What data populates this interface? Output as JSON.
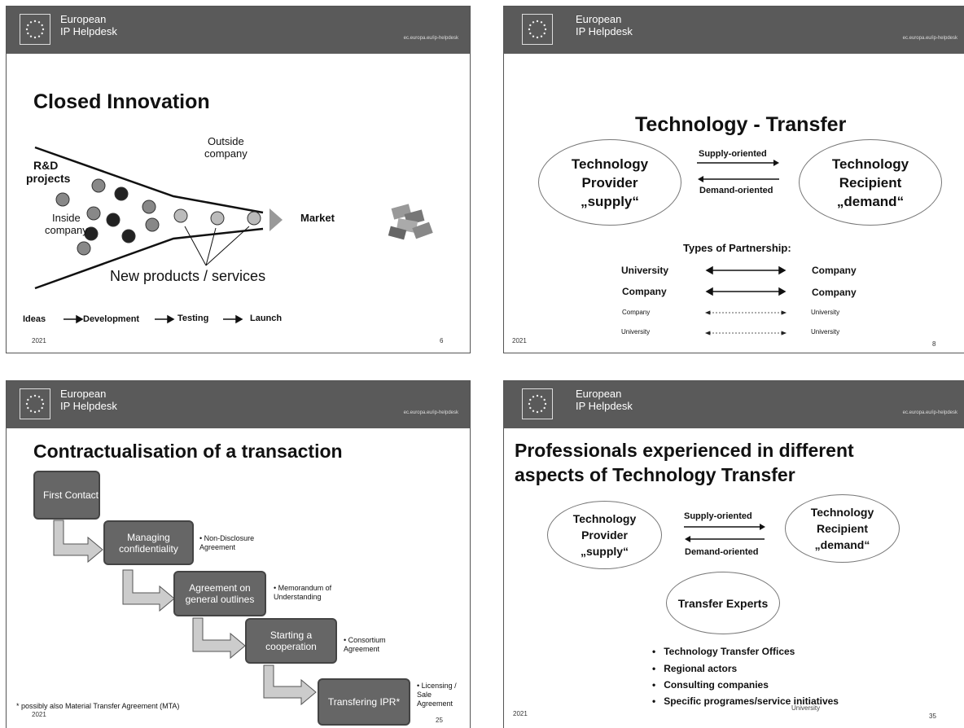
{
  "header": {
    "brand_line1": "European",
    "brand_line2": "IP Helpdesk",
    "url": "ec.europa.eu/ip-helpdesk"
  },
  "slide1": {
    "title": "Closed Innovation",
    "rd": "R&D",
    "projects": "projects",
    "outside1": "Outside",
    "outside2": "company",
    "inside1": "Inside",
    "inside2": "company",
    "market": "Market",
    "new_products": "New products / services",
    "stages": [
      "Ideas",
      "Development",
      "Testing",
      "Launch"
    ],
    "year": "2021",
    "page": "6"
  },
  "slide2": {
    "title": "Technology - Transfer",
    "provider": [
      "Technology",
      "Provider",
      "„supply“"
    ],
    "recipient": [
      "Technology",
      "Recipient",
      "„demand“"
    ],
    "supply_oriented": "Supply-oriented",
    "demand_oriented": "Demand-oriented",
    "partnership_title": "Types of Partnership:",
    "partnerships": [
      {
        "left": "University",
        "right": "Company"
      },
      {
        "left": "Company",
        "right": "Company"
      },
      {
        "left": "Company",
        "right": "University"
      },
      {
        "left": "University",
        "right": "University"
      }
    ],
    "year": "2021",
    "page": "8"
  },
  "slide3": {
    "title": "Contractualisation of a transaction",
    "steps": [
      {
        "label": "First Contact",
        "note": ""
      },
      {
        "label": "Managing confidentiality",
        "note": "• Non-Disclosure Agreement"
      },
      {
        "label": "Agreement on general outlines",
        "note": "• Memorandum of Understanding"
      },
      {
        "label": "Starting a cooperation",
        "note": "• Consortium Agreement"
      },
      {
        "label": "Transfering IPR*",
        "note": "• Licensing / Sale Agreement"
      }
    ],
    "footnote": "* possibly also Material Transfer Agreement (MTA)",
    "year": "2021",
    "page": "25"
  },
  "slide4": {
    "title_line1": "Professionals experienced in different",
    "title_line2": "aspects of Technology Transfer",
    "provider": [
      "Technology",
      "Provider",
      "„supply“"
    ],
    "recipient": [
      "Technology",
      "Recipient",
      "„demand“"
    ],
    "supply_oriented": "Supply-oriented",
    "demand_oriented": "Demand-oriented",
    "experts": "Transfer Experts",
    "bullets": [
      "Technology Transfer Offices",
      "Regional actors",
      "Consulting companies",
      "Specific programes/service initiatives"
    ],
    "overlap_text": "University",
    "year": "2021",
    "page": "35"
  }
}
